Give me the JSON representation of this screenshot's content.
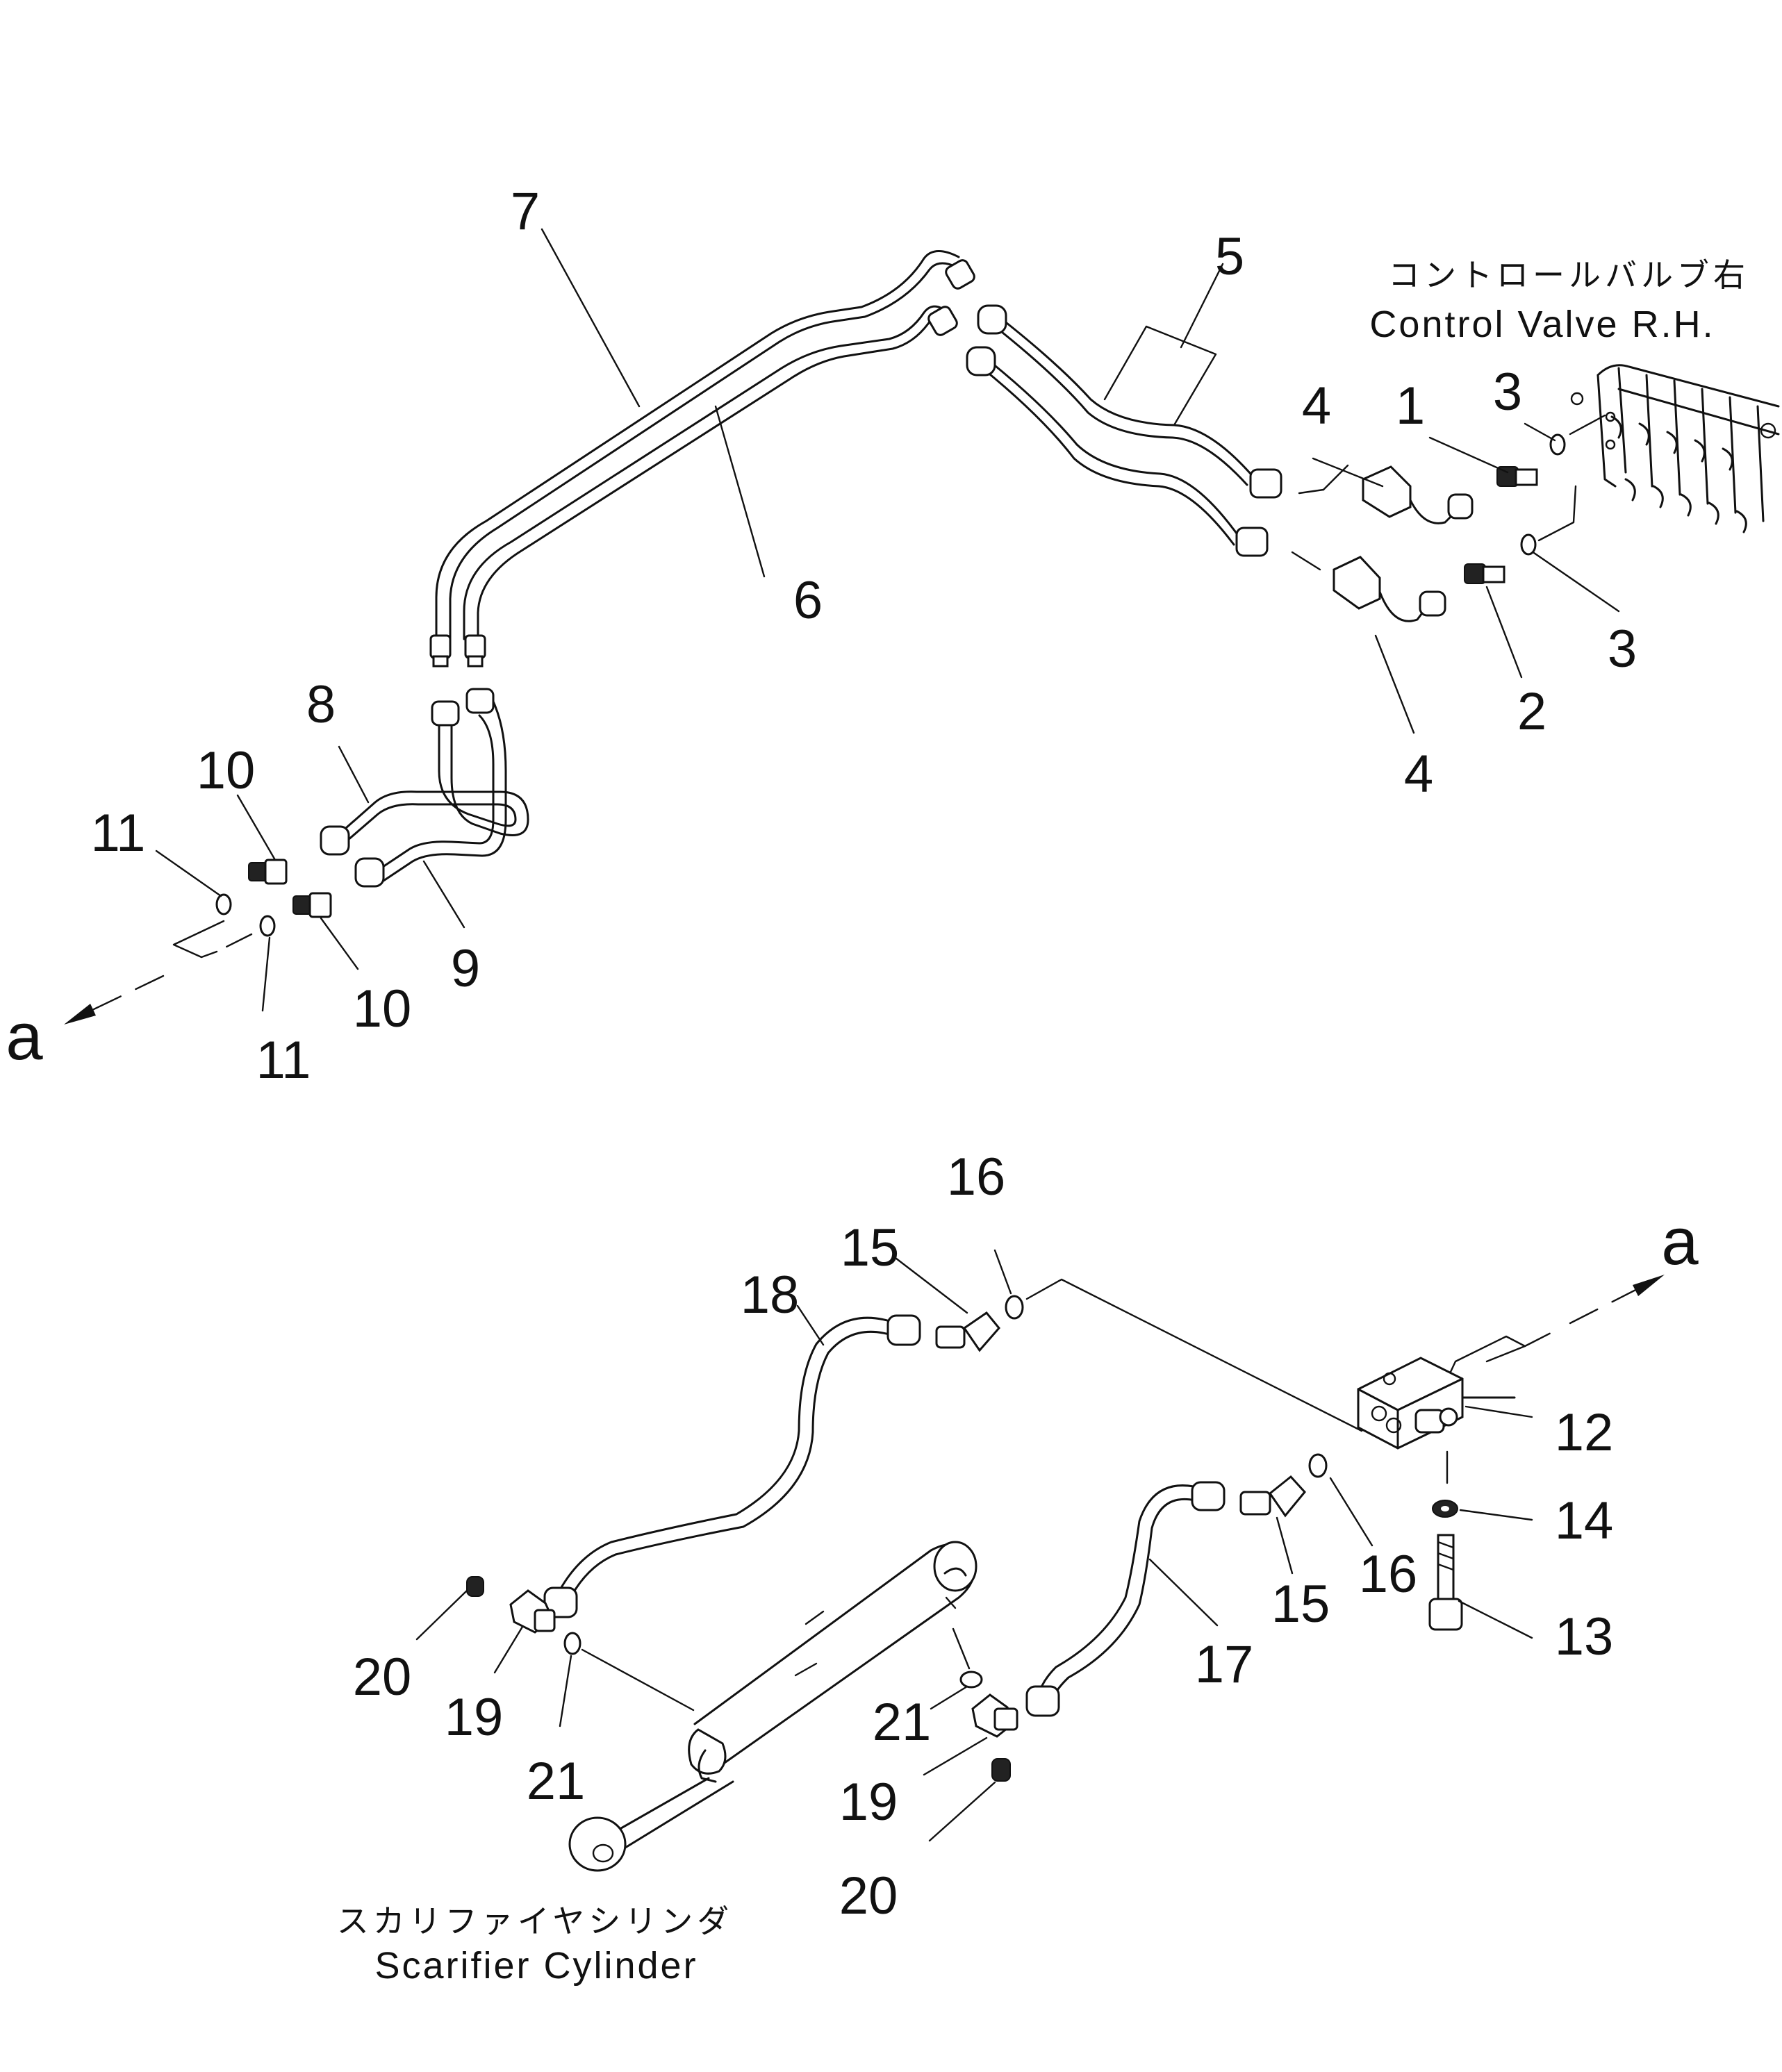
{
  "diagram": {
    "labels": {
      "control_valve_jp": "コントロールバルブ右",
      "control_valve_en": "Control Valve R.H.",
      "scarifier_cylinder_jp": "スカリファイヤシリンダ",
      "scarifier_cylinder_en": "Scarifier Cylinder",
      "connector_letter_top": "a",
      "connector_letter_bottom": "a"
    },
    "callouts": {
      "c1": "1",
      "c2": "2",
      "c3a": "3",
      "c3b": "3",
      "c4a": "4",
      "c4b": "4",
      "c5": "5",
      "c6": "6",
      "c7": "7",
      "c8": "8",
      "c9": "9",
      "c10a": "10",
      "c10b": "10",
      "c11a": "11",
      "c11b": "11",
      "c12": "12",
      "c13": "13",
      "c14": "14",
      "c15a": "15",
      "c15b": "15",
      "c16a": "16",
      "c16b": "16",
      "c17": "17",
      "c18": "18",
      "c19a": "19",
      "c19b": "19",
      "c20a": "20",
      "c20b": "20",
      "c21a": "21",
      "c21b": "21"
    }
  }
}
